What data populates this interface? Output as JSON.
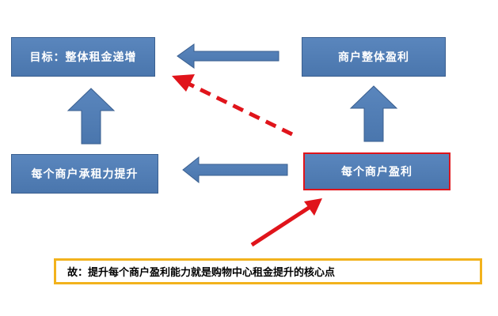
{
  "boxes": {
    "goal": "目标：整体租金递增",
    "overall_profit": "商户整体盈利",
    "rent_capacity": "每个商户承租力提升",
    "each_profit": "每个商户盈利"
  },
  "conclusion": "故：提升每个商户盈利能力就是购物中心租金提升的核心点",
  "colors": {
    "box_fill": "#4f81bd",
    "highlight_border": "#e0141b",
    "dashed_arrow": "#e0141b",
    "conclusion_border": "#f2b21c"
  }
}
